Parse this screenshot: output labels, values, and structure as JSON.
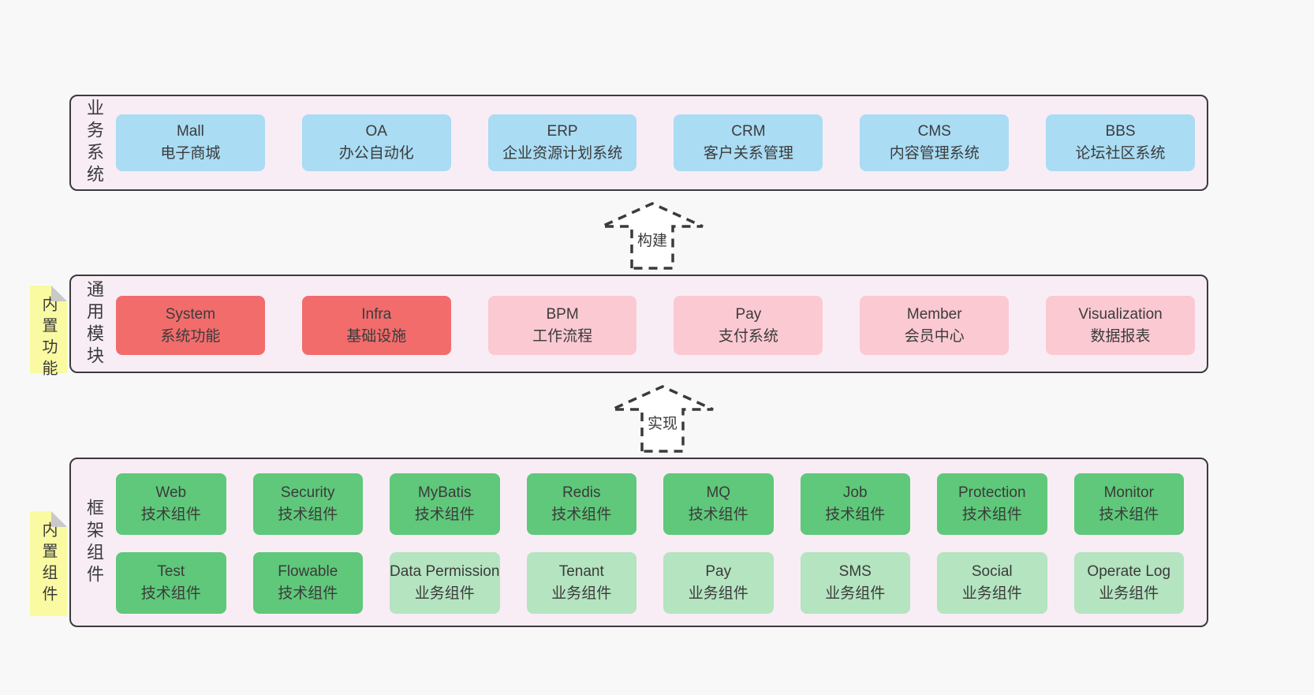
{
  "diagram": {
    "arrows": {
      "build": "构建",
      "implement": "实现"
    },
    "layers": {
      "business": {
        "label": "业务系统",
        "boxes": [
          {
            "title": "Mall",
            "subtitle": "电子商城"
          },
          {
            "title": "OA",
            "subtitle": "办公自动化"
          },
          {
            "title": "ERP",
            "subtitle": "企业资源计划系统"
          },
          {
            "title": "CRM",
            "subtitle": "客户关系管理"
          },
          {
            "title": "CMS",
            "subtitle": "内容管理系统"
          },
          {
            "title": "BBS",
            "subtitle": "论坛社区系统"
          }
        ]
      },
      "modules": {
        "label": "通用模块",
        "note": "内置功能",
        "boxes": [
          {
            "title": "System",
            "subtitle": "系统功能"
          },
          {
            "title": "Infra",
            "subtitle": "基础设施"
          },
          {
            "title": "BPM",
            "subtitle": "工作流程"
          },
          {
            "title": "Pay",
            "subtitle": "支付系统"
          },
          {
            "title": "Member",
            "subtitle": "会员中心"
          },
          {
            "title": "Visualization",
            "subtitle": "数据报表"
          }
        ]
      },
      "components": {
        "label": "框架组件",
        "note": "内置组件",
        "row1": [
          {
            "title": "Web",
            "subtitle": "技术组件"
          },
          {
            "title": "Security",
            "subtitle": "技术组件"
          },
          {
            "title": "MyBatis",
            "subtitle": "技术组件"
          },
          {
            "title": "Redis",
            "subtitle": "技术组件"
          },
          {
            "title": "MQ",
            "subtitle": "技术组件"
          },
          {
            "title": "Job",
            "subtitle": "技术组件"
          },
          {
            "title": "Protection",
            "subtitle": "技术组件"
          },
          {
            "title": "Monitor",
            "subtitle": "技术组件"
          }
        ],
        "row2": [
          {
            "title": "Test",
            "subtitle": "技术组件"
          },
          {
            "title": "Flowable",
            "subtitle": "技术组件"
          },
          {
            "title": "Data Permission",
            "subtitle": "业务组件"
          },
          {
            "title": "Tenant",
            "subtitle": "业务组件"
          },
          {
            "title": "Pay",
            "subtitle": "业务组件"
          },
          {
            "title": "SMS",
            "subtitle": "业务组件"
          },
          {
            "title": "Social",
            "subtitle": "业务组件"
          },
          {
            "title": "Operate Log",
            "subtitle": "业务组件"
          }
        ]
      }
    },
    "colors": {
      "page_bg": "#f8f8f8",
      "panel_bg": "#f8edf5",
      "panel_border": "#3b3b3b",
      "box_blue": "#aadcf4",
      "box_red": "#f26c6c",
      "box_pink": "#fbc9d2",
      "box_green_dark": "#5fc87a",
      "box_green_light": "#b4e4c0",
      "note_yellow": "#fafaa2",
      "text": "#3b3b3b"
    }
  }
}
